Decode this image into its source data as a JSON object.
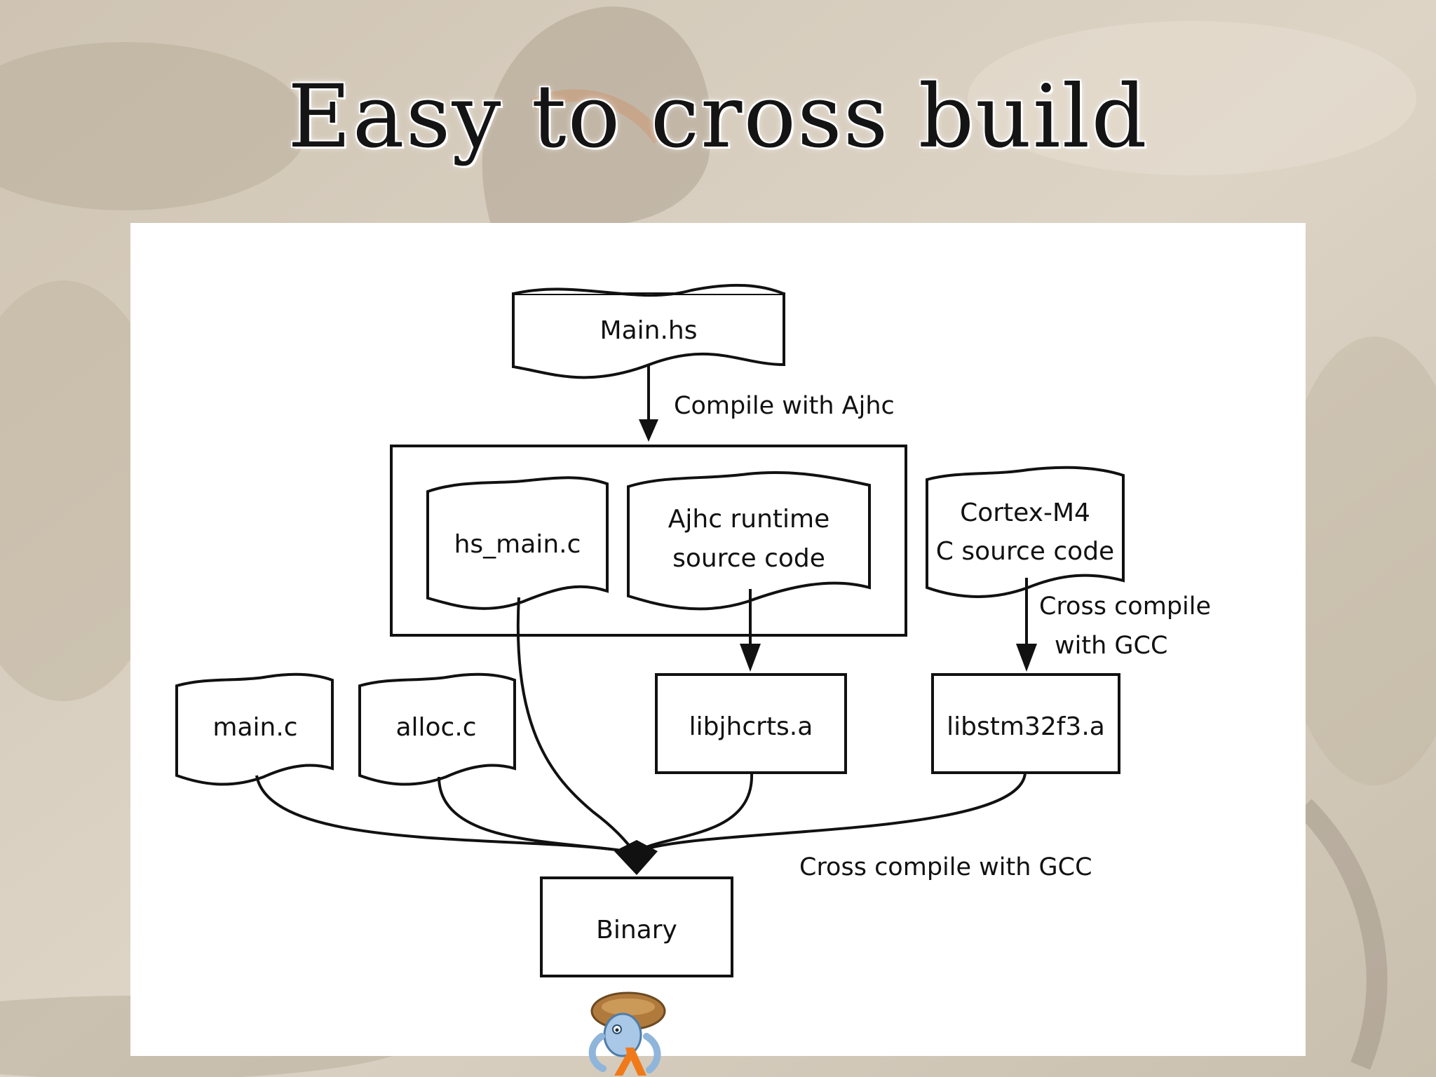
{
  "slide": {
    "title": "Easy to cross build"
  },
  "diagram": {
    "nodes": {
      "main_hs": "Main.hs",
      "hs_main_c": "hs_main.c",
      "ajhc_runtime_line1": "Ajhc runtime",
      "ajhc_runtime_line2": "source code",
      "cortex_line1": "Cortex-M4",
      "cortex_line2": "C source code",
      "main_c": "main.c",
      "alloc_c": "alloc.c",
      "libjhcrts": "libjhcrts.a",
      "libstm32f3": "libstm32f3.a",
      "binary": "Binary"
    },
    "edge_labels": {
      "compile_ajhc": "Compile with Ajhc",
      "cross_compile_line1": "Cross compile",
      "cross_compile_line2": "with GCC",
      "cross_compile_full": "Cross compile with GCC"
    }
  },
  "colors": {
    "panel": "#ffffff",
    "ink": "#111111",
    "background": "#d6cdbf"
  },
  "icons": {
    "mascot": "ajhc-lambda-mascot-icon"
  }
}
